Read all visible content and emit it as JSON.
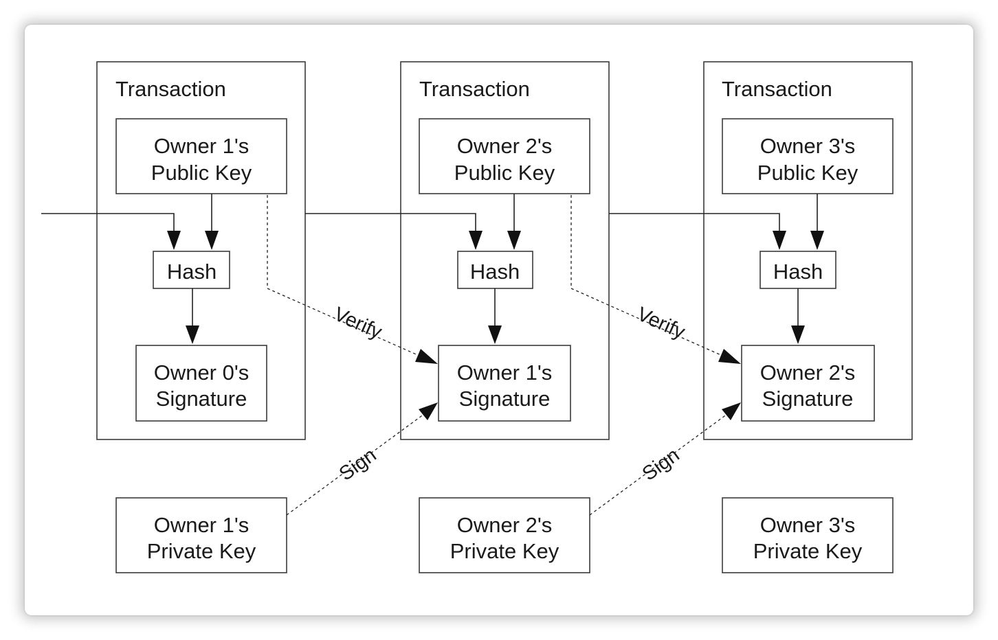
{
  "transactions": [
    {
      "title": "Transaction",
      "public_key": [
        "Owner 1's",
        "Public Key"
      ],
      "hash": "Hash",
      "signature": [
        "Owner 0's",
        "Signature"
      ]
    },
    {
      "title": "Transaction",
      "public_key": [
        "Owner 2's",
        "Public Key"
      ],
      "hash": "Hash",
      "signature": [
        "Owner 1's",
        "Signature"
      ]
    },
    {
      "title": "Transaction",
      "public_key": [
        "Owner 3's",
        "Public Key"
      ],
      "hash": "Hash",
      "signature": [
        "Owner 2's",
        "Signature"
      ]
    }
  ],
  "private_keys": [
    [
      "Owner 1's",
      "Private Key"
    ],
    [
      "Owner 2's",
      "Private Key"
    ],
    [
      "Owner 3's",
      "Private Key"
    ]
  ],
  "edge_labels": {
    "verify": [
      "Verify",
      "Verify"
    ],
    "sign": [
      "Sign",
      "Sign"
    ]
  },
  "colors": {
    "line": "#222222",
    "box_border": "#3a3a3a",
    "text": "#1a1a1a",
    "background": "#ffffff"
  }
}
